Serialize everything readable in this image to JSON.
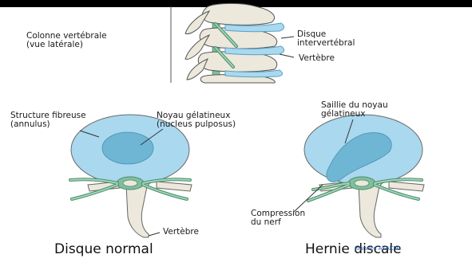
{
  "upper_diagram": {
    "label_spine": "Colonne vertébrale\n(vue latérale)",
    "label_disc": "Disque\nintervertébral",
    "label_vertebra": "Vertèbre"
  },
  "normal_panel": {
    "label_annulus": "Structure fibreuse\n(annulus)",
    "label_nucleus": "Noyau gélatineux\n(nucleus pulposus)",
    "label_vertebra": "Vertèbre",
    "caption": "Disque normal"
  },
  "hernia_panel": {
    "label_protrusion": "Saillie du noyau\ngélatineux",
    "label_compression": "Compression\ndu nerf",
    "caption": "Hernie discale",
    "credit": "Joannès AKAKPO"
  },
  "colors": {
    "disc_blue": "#a9d8ef",
    "nucleus_blue": "#6fb6d4",
    "nerve_green": "#7fbf9e",
    "bone": "#ece8dc",
    "outline": "#555555"
  }
}
